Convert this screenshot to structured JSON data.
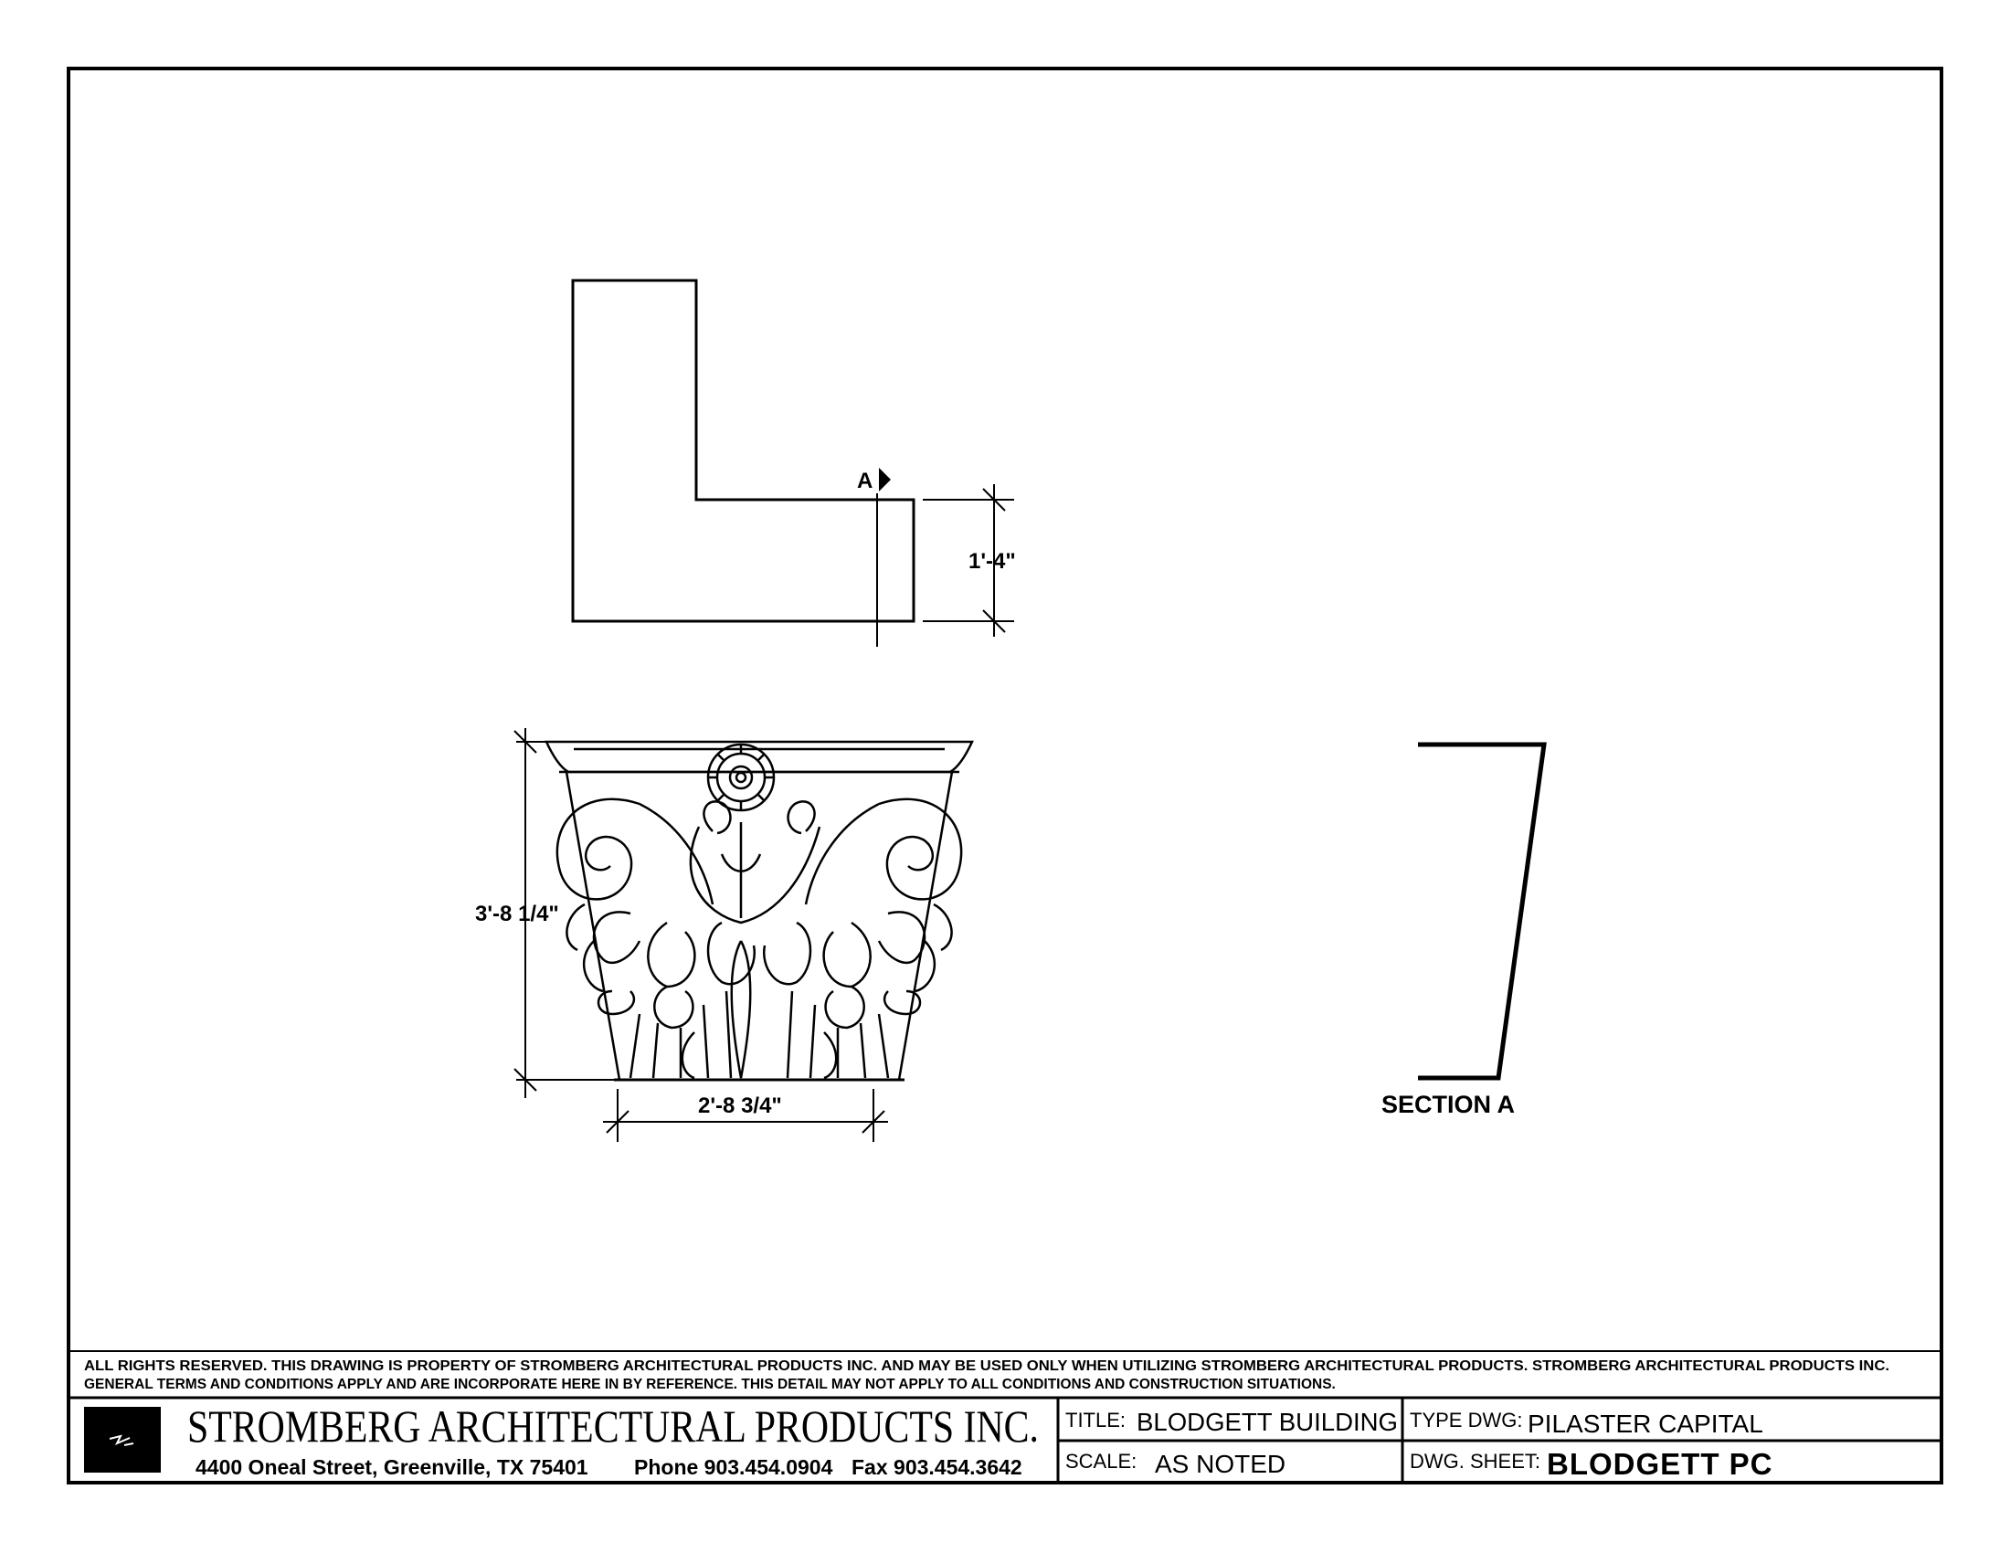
{
  "drawing": {
    "plan_dimension": "1'-4\"",
    "section_marker": "A",
    "height_dimension": "3'-8 1/4\"",
    "width_dimension": "2'-8 3/4\"",
    "section_label": "SECTION A"
  },
  "notice": {
    "line1": "ALL RIGHTS RESERVED. THIS DRAWING IS PROPERTY OF STROMBERG ARCHITECTURAL PRODUCTS INC. AND MAY BE USED ONLY WHEN UTILIZING STROMBERG ARCHITECTURAL PRODUCTS.  STROMBERG ARCHITECTURAL PRODUCTS INC.",
    "line2": "GENERAL TERMS AND CONDITIONS APPLY AND ARE INCORPORATE HERE IN BY REFERENCE.  THIS DETAIL MAY NOT APPLY TO ALL CONDITIONS AND CONSTRUCTION SITUATIONS."
  },
  "company": {
    "name": "STROMBERG ARCHITECTURAL PRODUCTS INC.",
    "address": "4400 Oneal Street, Greenville, TX  75401",
    "phone": "Phone 903.454.0904",
    "fax": "Fax 903.454.3642"
  },
  "title_block": {
    "title_label": "TITLE:",
    "title_value": "BLODGETT BUILDING",
    "type_label": "TYPE DWG:",
    "type_value": "PILASTER CAPITAL",
    "scale_label": "SCALE:",
    "scale_value": "AS NOTED",
    "sheet_label": "DWG. SHEET:",
    "sheet_value": "BLODGETT PC"
  }
}
